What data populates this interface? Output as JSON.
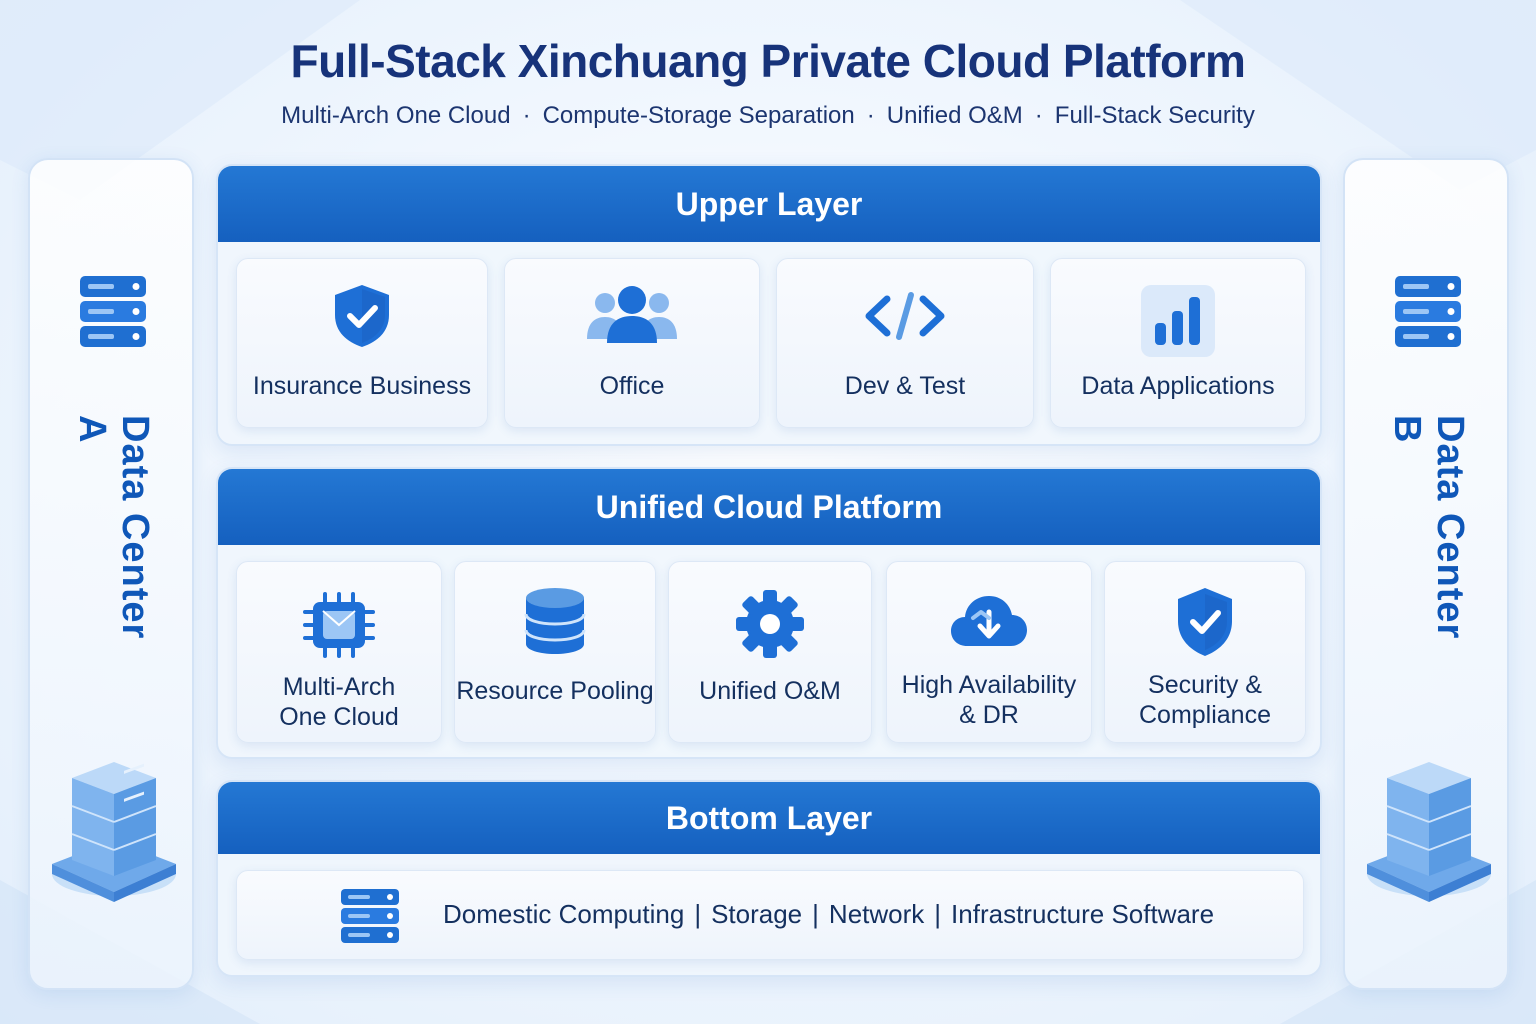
{
  "header": {
    "title": "Full-Stack Xinchuang Private Cloud Platform",
    "subtitle_items": [
      "Multi-Arch One Cloud",
      "Compute-Storage Separation",
      "Unified O&M",
      "Full-Stack Security"
    ],
    "separator": "·"
  },
  "sides": {
    "left": {
      "label": "Data Center A",
      "icon": "server-stack-icon",
      "base_icon": "server-cube-icon"
    },
    "right": {
      "label": "Data Center B",
      "icon": "server-stack-icon",
      "base_icon": "server-cube-icon"
    }
  },
  "layers": {
    "upper": {
      "title": "Upper Layer",
      "cards": [
        {
          "label": "Insurance Business",
          "icon": "shield-check-icon"
        },
        {
          "label": "Office",
          "icon": "people-icon"
        },
        {
          "label": "Dev & Test",
          "icon": "code-icon"
        },
        {
          "label": "Data Applications",
          "icon": "bar-chart-icon"
        }
      ]
    },
    "platform": {
      "title": "Unified Cloud Platform",
      "cards": [
        {
          "label_lines": [
            "Multi-Arch",
            "One Cloud"
          ],
          "icon": "chip-icon"
        },
        {
          "label_lines": [
            "Resource Pooling"
          ],
          "icon": "database-icon"
        },
        {
          "label_lines": [
            "Unified O&M"
          ],
          "icon": "gear-icon"
        },
        {
          "label_lines": [
            "High Availability",
            "& DR"
          ],
          "icon": "cloud-sync-icon"
        },
        {
          "label_lines": [
            "Security &",
            "Compliance"
          ],
          "icon": "shield-check-icon"
        }
      ]
    },
    "bottom": {
      "title": "Bottom Layer",
      "items": [
        "Domestic Computing",
        "Storage",
        "Network",
        "Infrastructure Software"
      ],
      "separator": "|",
      "icon": "server-stack-icon"
    }
  },
  "colors": {
    "primary": "#1565c8",
    "header_band": "#1a66c4",
    "title_text": "#17337a",
    "background": "#eaf3fd"
  }
}
